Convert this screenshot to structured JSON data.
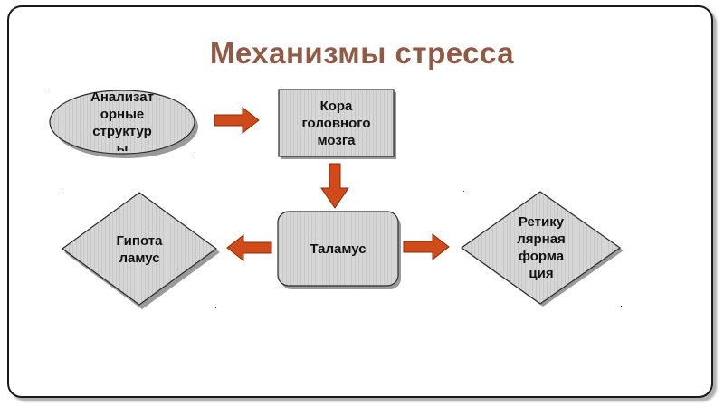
{
  "slide": {
    "title": "Механизмы стресса"
  },
  "nodes": {
    "analyzers": {
      "line1": "Анализат",
      "line2": "орные",
      "line3": "структур",
      "line4": "ы"
    },
    "cortex": {
      "line1": "Кора",
      "line2": "головного",
      "line3": "мозга"
    },
    "thalamus": {
      "line1": "Таламус"
    },
    "hypothalamus": {
      "line1": "Гипота",
      "line2": "ламус"
    },
    "reticular": {
      "line1": "Ретику",
      "line2": "лярная",
      "line3": "форма",
      "line4": "ция"
    }
  },
  "colors": {
    "title": "#915a45",
    "arrow": "#d04a1a",
    "shape_fill": "#d8d8d8"
  }
}
